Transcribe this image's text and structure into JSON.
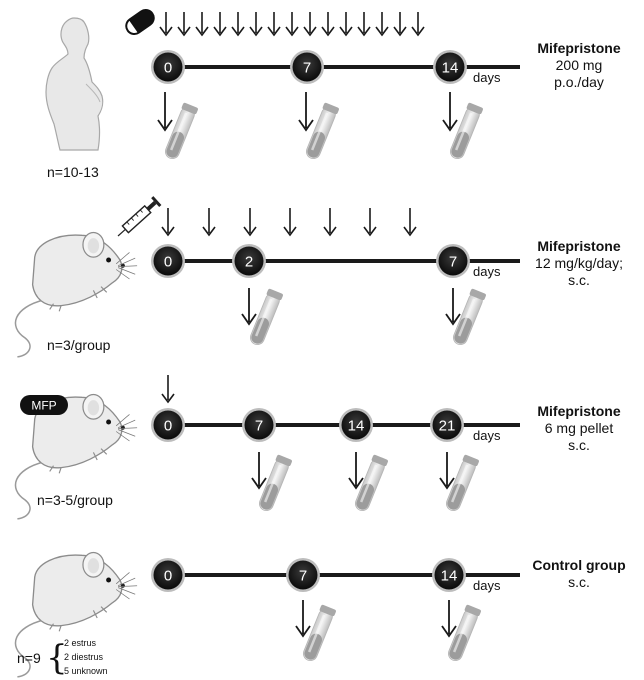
{
  "rows": [
    {
      "id": "human",
      "n_label": "n=10-13",
      "days_label": "days",
      "drug": "Mifepristone",
      "dose_lines": [
        "200 mg",
        "p.o./day"
      ],
      "nodes": [
        "0",
        "7",
        "14"
      ],
      "dose_arrow_count": 15,
      "blood_sample_days": [
        "0",
        "7",
        "14"
      ],
      "admin_icon": "pill-icon",
      "subject_icon": "human-female-icon"
    },
    {
      "id": "mouse-injection",
      "n_label": "n=3/group",
      "days_label": "days",
      "drug": "Mifepristone",
      "dose_lines": [
        "12 mg/kg/day;",
        "s.c."
      ],
      "nodes": [
        "0",
        "2",
        "7"
      ],
      "dose_arrow_count": 7,
      "blood_sample_days": [
        "2",
        "7"
      ],
      "admin_icon": "syringe-icon",
      "subject_icon": "mouse-icon"
    },
    {
      "id": "mouse-pellet",
      "n_label": "n=3-5/group",
      "days_label": "days",
      "drug": "Mifepristone",
      "dose_lines": [
        "6 mg pellet",
        "s.c."
      ],
      "nodes": [
        "0",
        "7",
        "14",
        "21"
      ],
      "dose_arrow_count": 1,
      "blood_sample_days": [
        "7",
        "14",
        "21"
      ],
      "admin_icon": "pellet-icon",
      "pellet_label": "MFP",
      "subject_icon": "mouse-icon"
    },
    {
      "id": "control",
      "n_label": "n=9",
      "n_breakdown": [
        "2 estrus",
        "2 diestrus",
        "5 unknown"
      ],
      "days_label": "days",
      "drug": "Control group",
      "dose_lines": [
        "s.c."
      ],
      "nodes": [
        "0",
        "7",
        "14"
      ],
      "dose_arrow_count": 0,
      "blood_sample_days": [
        "7",
        "14"
      ],
      "subject_icon": "mouse-icon"
    }
  ],
  "colors": {
    "timeline": "#1a1a1a",
    "node_fill": "#111111",
    "node_ring": "#bdbdbd",
    "tube_glass": "#dcdcdc",
    "tube_blood": "#9a9a9a",
    "silhouette": "#e6e6e6"
  }
}
